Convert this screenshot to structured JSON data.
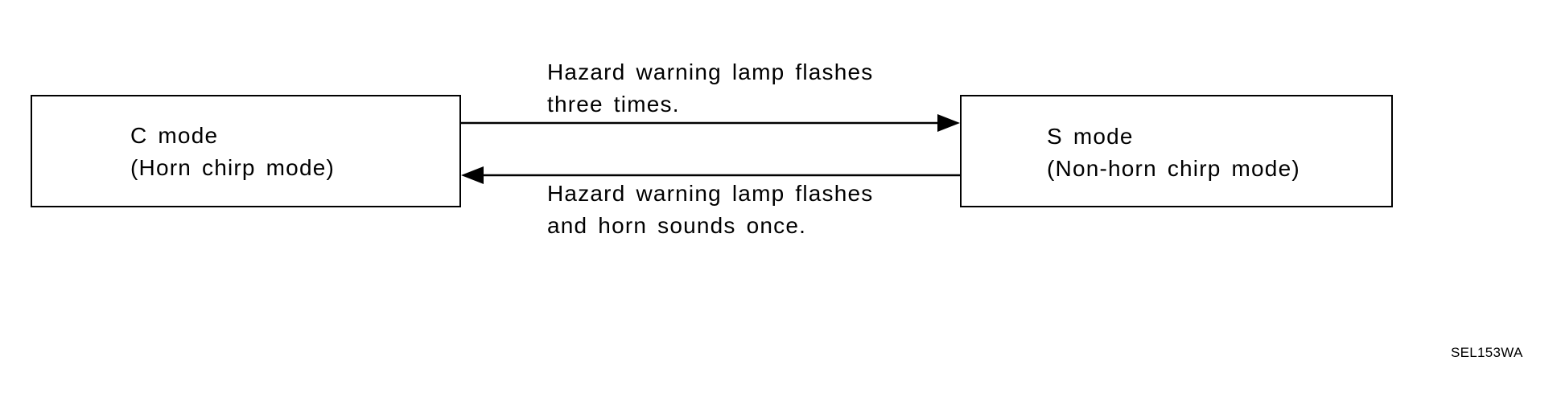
{
  "modes": {
    "c_mode": {
      "name": "C mode",
      "description": "(Horn chirp mode)"
    },
    "s_mode": {
      "name": "S mode",
      "description": "(Non-horn chirp mode)"
    }
  },
  "transitions": {
    "c_to_s": {
      "line1": "Hazard warning lamp flashes",
      "line2": "three times."
    },
    "s_to_c": {
      "line1": "Hazard warning lamp flashes",
      "line2": "and horn sounds once."
    }
  },
  "figure_code": "SEL153WA"
}
